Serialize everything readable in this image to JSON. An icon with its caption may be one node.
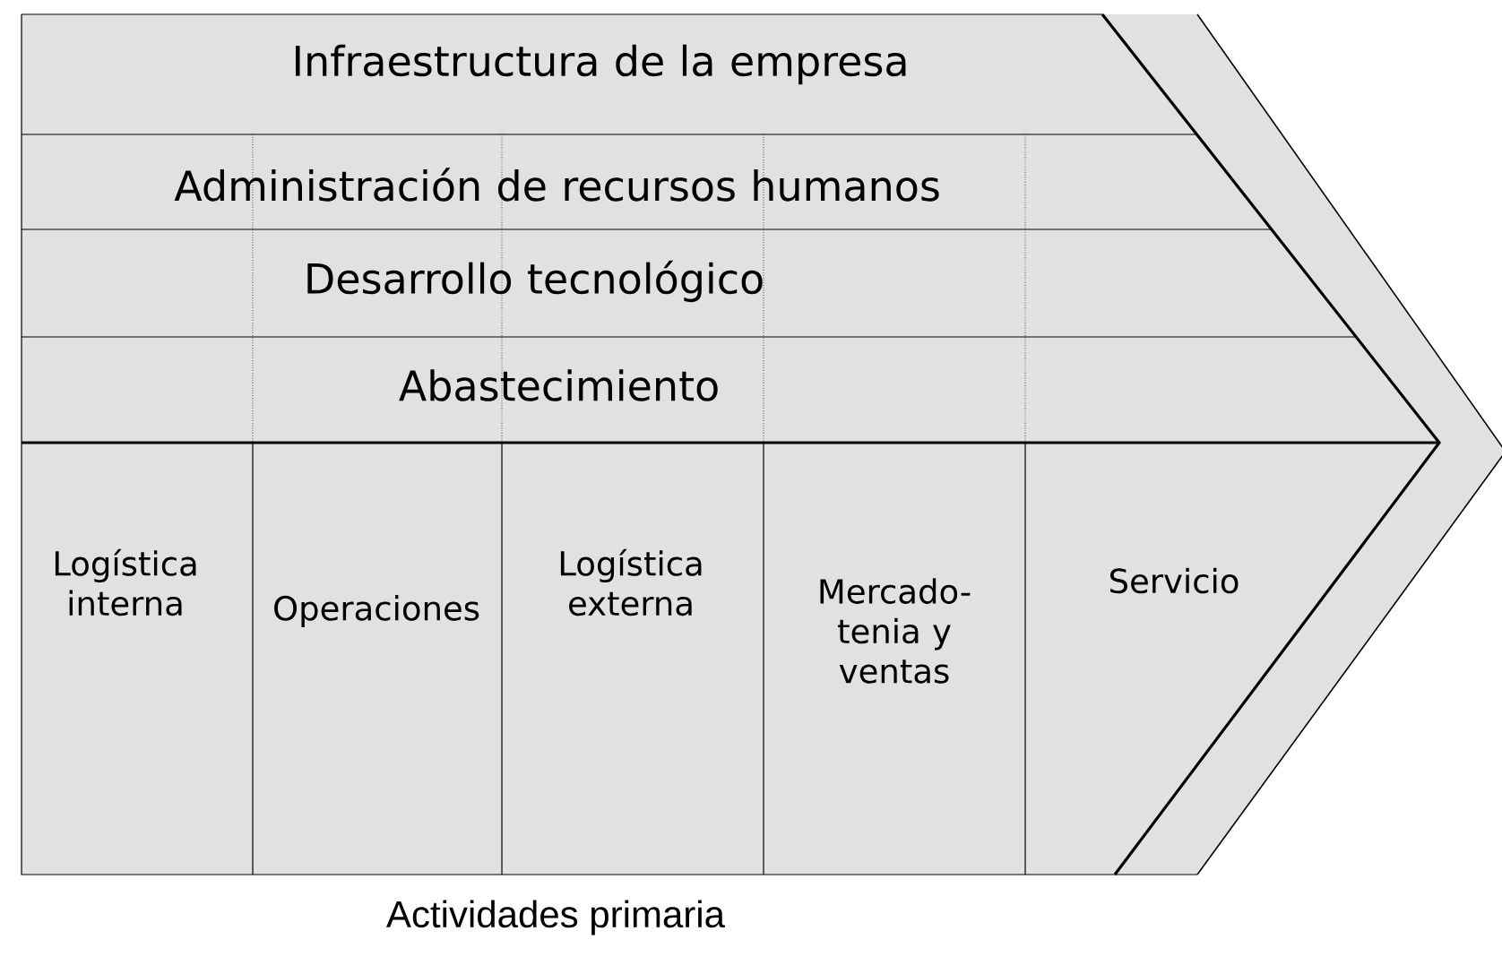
{
  "diagram": {
    "nodes": [
      {
        "text": [
          "Infraestructura de la empresa"
        ]
      },
      {
        "text": [
          "Administración de recursos humanos"
        ]
      },
      {
        "text": [
          "Desarrollo tecnológico"
        ]
      },
      {
        "text": [
          "Abastecimiento"
        ]
      },
      {
        "text": [
          "Logística interna"
        ]
      },
      {
        "text": [
          "Operaciones"
        ]
      },
      {
        "text": [
          "Logística externa"
        ]
      },
      {
        "text": [
          "Mercado- tenia y ventas"
        ]
      },
      {
        "text": [
          "Servicio"
        ]
      }
    ],
    "labels": [
      "Actividades primaria"
    ]
  }
}
